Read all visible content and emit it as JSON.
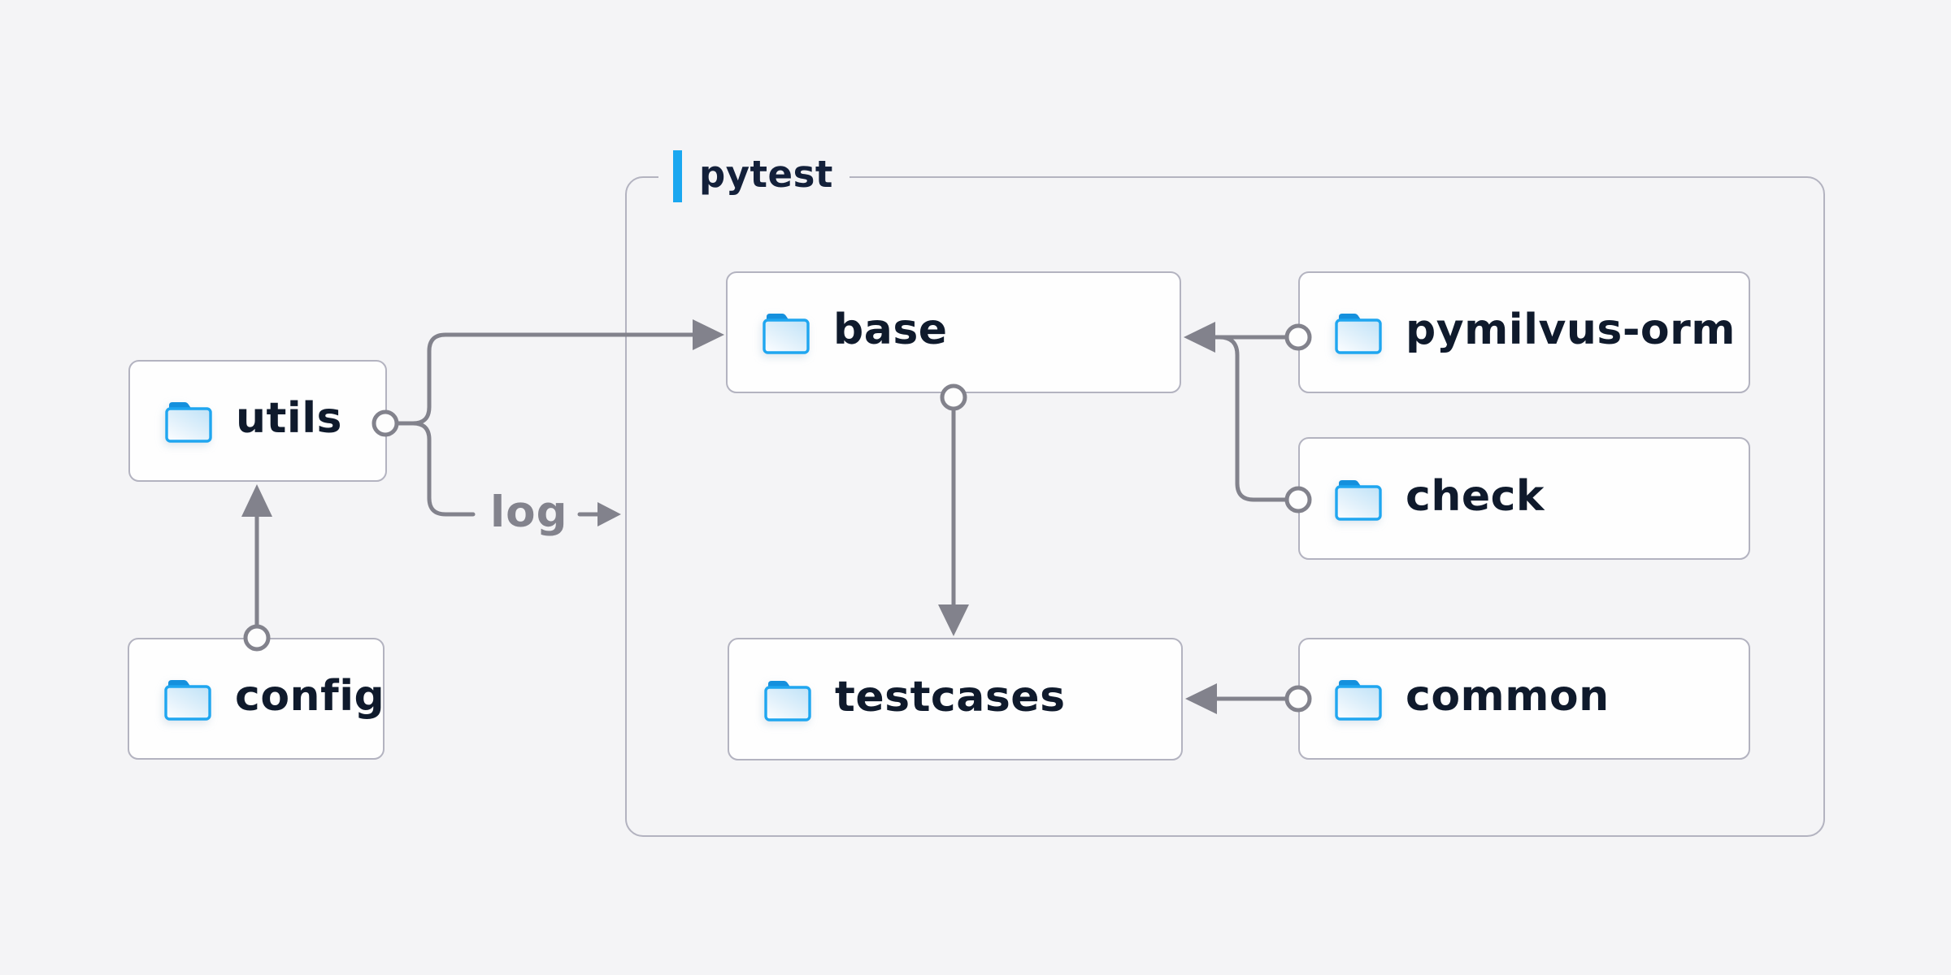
{
  "diagram": {
    "container_label": "pytest",
    "edge_label": "log",
    "nodes": [
      {
        "label": "utils"
      },
      {
        "label": "config"
      },
      {
        "label": "base"
      },
      {
        "label": "pymilvus-orm"
      },
      {
        "label": "check"
      },
      {
        "label": "testcases"
      },
      {
        "label": "common"
      }
    ],
    "edges": [
      {
        "from": "config",
        "to": "utils"
      },
      {
        "from": "utils",
        "to": "base"
      },
      {
        "from": "utils",
        "to": "log"
      },
      {
        "from": "pymilvus-orm",
        "to": "base"
      },
      {
        "from": "check",
        "to": "base"
      },
      {
        "from": "base",
        "to": "testcases"
      },
      {
        "from": "common",
        "to": "testcases"
      }
    ],
    "colors": {
      "background": "#f4f4f6",
      "node_fill": "#fefefe",
      "node_border": "#b3b3c0",
      "connector": "#82828c",
      "label_text": "#0f1a2c",
      "edge_label_text": "#83838d",
      "accent_blue": "#1aa7f0",
      "folder_outline_blue": "#1fa6f0",
      "folder_tab_blue": "#1590dd"
    },
    "icon": "folder-icon"
  }
}
